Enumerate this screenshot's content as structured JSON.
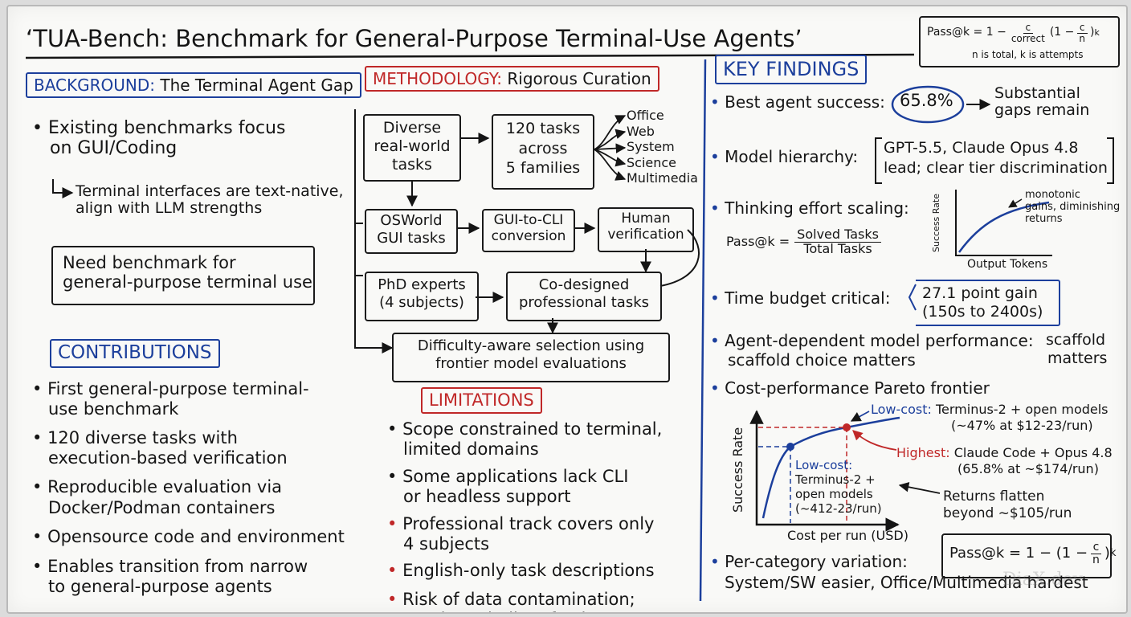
{
  "title": "‘TUA-Bench: Benchmark for General-Purpose Terminal-Use Agents’",
  "formula_top": {
    "lhs": "Pass@k = 1 −",
    "frac_num": "c",
    "frac_den": "correct",
    "paren_open": "(1 −",
    "inner_num": "c",
    "inner_den": "n",
    "paren_close": ")",
    "exp": "k",
    "note": "n is total, k is attempts"
  },
  "background": {
    "header_key": "BACKGROUND:",
    "header_rest": " The Terminal Agent Gap",
    "bullet1_line1": "Existing benchmarks focus",
    "bullet1_line2": "on GUI/Coding",
    "sub_line1": "Terminal interfaces are text-native,",
    "sub_line2": "align with LLM strengths",
    "need_line1": "Need benchmark for",
    "need_line2": "general-purpose terminal use"
  },
  "contributions": {
    "header": "CONTRIBUTIONS",
    "items": [
      {
        "l1": "First general-purpose terminal-",
        "l2": "use benchmark"
      },
      {
        "l1": "120 diverse tasks with",
        "l2": "execution-based verification"
      },
      {
        "l1": "Reproducible evaluation via",
        "l2": "Docker/Podman containers"
      },
      {
        "l1": "Opensource code and environment",
        "l2": ""
      },
      {
        "l1": "Enables transition from narrow",
        "l2": "to general-purpose agents"
      }
    ]
  },
  "methodology": {
    "header_key": "METHODOLOGY:",
    "header_rest": " Rigorous Curation",
    "diverse": [
      "Diverse",
      "real-world",
      "tasks"
    ],
    "tasks120": [
      "120 tasks",
      "across",
      "5 families"
    ],
    "families": [
      "Office",
      "Web",
      "System",
      "Science",
      "Multimedia"
    ],
    "osworld": [
      "OSWorld",
      "GUI tasks"
    ],
    "gui2cli": [
      "GUI-to-CLI",
      "conversion"
    ],
    "human": [
      "Human",
      "verification"
    ],
    "phd": [
      "PhD experts",
      "(4 subjects)"
    ],
    "codesigned": [
      "Co-designed",
      "professional tasks"
    ],
    "difficulty": [
      "Difficulty-aware selection using",
      "frontier model evaluations"
    ]
  },
  "limitations": {
    "header": "LIMITATIONS",
    "items": [
      {
        "l1": "Scope constrained to terminal,",
        "l2": "limited domains"
      },
      {
        "l1": "Some applications lack CLI",
        "l2": "or headless support"
      },
      {
        "l1": "Professional track covers only",
        "l2": "4 subjects"
      },
      {
        "l1": "English-only task descriptions",
        "l2": ""
      },
      {
        "l1": "Risk of data contamination;",
        "l2": "needs periodic refresh"
      }
    ]
  },
  "findings": {
    "header": "KEY FINDINGS",
    "best_label": "Best agent success:",
    "best_value": "65.8%",
    "best_note_l1": "Substantial",
    "best_note_l2": "gaps remain",
    "hier_label": "Model hierarchy:",
    "hier_l1": "GPT-5.5, Claude Opus 4.8",
    "hier_l2": "lead; clear tier discrimination",
    "thinking_label": "Thinking effort scaling:",
    "pass_lhs": "Pass@k =",
    "pass_num": "Solved Tasks",
    "pass_den": "Total Tasks",
    "mini_ylabel": "Success Rate",
    "mini_xlabel": "Output Tokens",
    "mini_note_l1": "monotonic",
    "mini_note_l2": "gains, diminishing",
    "mini_note_l3": "returns",
    "time_label": "Time budget critical:",
    "time_l1": "27.1 point gain",
    "time_l2": "(150s to 2400s)",
    "agent_l1": "Agent-dependent model performance:",
    "agent_l2": "scaffold choice matters",
    "agent_side_l1": "scaffold",
    "agent_side_l2": "matters",
    "pareto_label": "Cost-performance Pareto frontier",
    "chart_ylabel": "Success Rate",
    "chart_xlabel": "Cost per run (USD)",
    "lowcost_top_key": "Low-cost:",
    "lowcost_top_rest": " Terminus-2 + open models",
    "lowcost_top_l2": "(~47% at $12-23/run)",
    "highest_key": "Highest:",
    "highest_rest": " Claude Code + Opus 4.8",
    "highest_l2": "(65.8% at ~$174/run)",
    "lowcost_in_key": "Low-cost:",
    "lowcost_in_l2": "Terminus-2 +",
    "lowcost_in_l3": "open models",
    "lowcost_in_l4": "(~412-23/run)",
    "flatten_l1": "Returns flatten",
    "flatten_l2": "beyond ~$105/run",
    "percat_label": "Per-category variation:",
    "percat_l2": "System/SW easier, Office/Multimedia hardest",
    "formula2_lhs": "Pass@k = 1 − (1 −",
    "formula2_num": "c",
    "formula2_den": "n",
    "formula2_close": ")",
    "formula2_exp": "k"
  },
  "watermark": "DiaX.dev",
  "colors": {
    "blue": "#1c3f9c",
    "red": "#c02828",
    "ink": "#151515",
    "board": "#f9f9f7"
  }
}
